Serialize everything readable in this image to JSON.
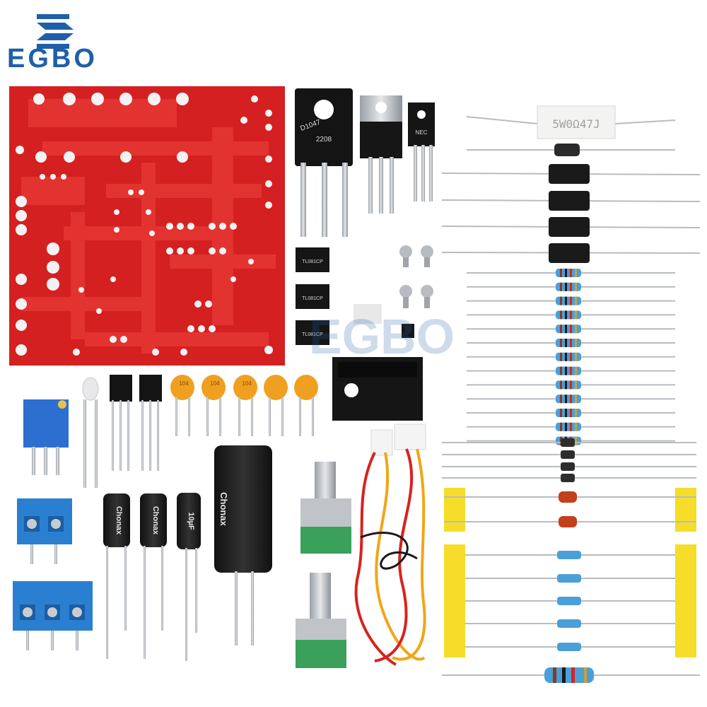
{
  "brand": {
    "name": "EGBO",
    "watermark": "EGBO",
    "color": "#1f5fa8"
  },
  "labels": {
    "power_resistor": "5W0Ω47J",
    "transistor_1": "D1047",
    "transistor_1_code": "2208",
    "transistor_2": "NEC",
    "opamp_chip": "TL081CP",
    "ceramic_cap": "104",
    "elec_cap_brand": "Chonax",
    "elec_cap_small": "10µF",
    "elec_cap_large": "Chonax"
  },
  "colors": {
    "pcb": "#d42020",
    "pcb_trace": "#e83a35",
    "pad": "#f2f2f2",
    "terminal_block": "#2a7fd0",
    "ceramic_cap": "#f0a020",
    "tape": "#f5dd2a",
    "diode_body": "#1a1a1a",
    "resistor_body": "#4a9fd8",
    "wire_red": "#d8231c",
    "wire_yellow": "#f0a616",
    "pot_base": "#3aa05a"
  },
  "counts": {
    "resistors": 13,
    "large_diodes": 4,
    "ic_chips": 3,
    "ceramic_caps": 5,
    "electrolytic_caps": 4
  }
}
